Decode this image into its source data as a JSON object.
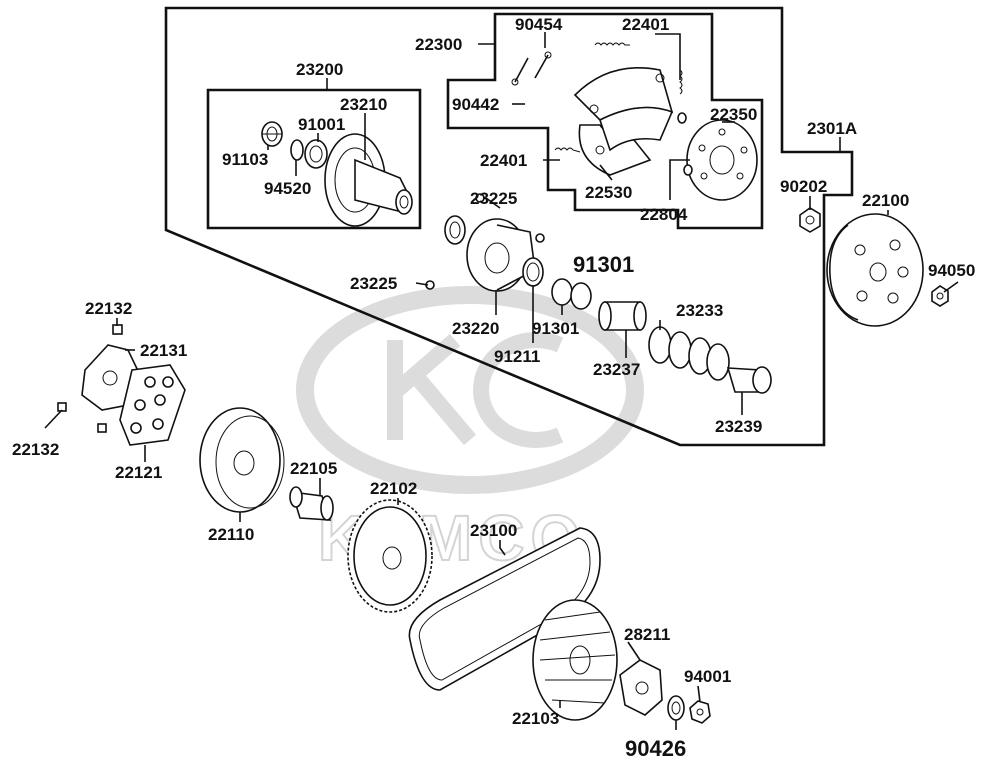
{
  "watermark": {
    "brand": "KYMCO"
  },
  "parts": {
    "p22300": "22300",
    "p90454": "90454",
    "p22401a": "22401",
    "p90442": "90442",
    "p22350": "22350",
    "p22401b": "22401",
    "p22530": "22530",
    "p22804": "22804",
    "p23200": "23200",
    "p23210": "23210",
    "p91001": "91001",
    "p91103": "91103",
    "p94520": "94520",
    "p2301A": "2301A",
    "p90202": "90202",
    "p22100": "22100",
    "p94050": "94050",
    "p23225a": "23225",
    "p91301a": "91301",
    "p23225b": "23225",
    "p23220": "23220",
    "p91211": "91211",
    "p91301b": "91301",
    "p23233": "23233",
    "p23237": "23237",
    "p23239": "23239",
    "p22132a": "22132",
    "p22131": "22131",
    "p22132b": "22132",
    "p22121": "22121",
    "p22110": "22110",
    "p22105": "22105",
    "p22102": "22102",
    "p23100": "23100",
    "p28211": "28211",
    "p94001": "94001",
    "p22103": "22103",
    "p90426": "90426"
  }
}
